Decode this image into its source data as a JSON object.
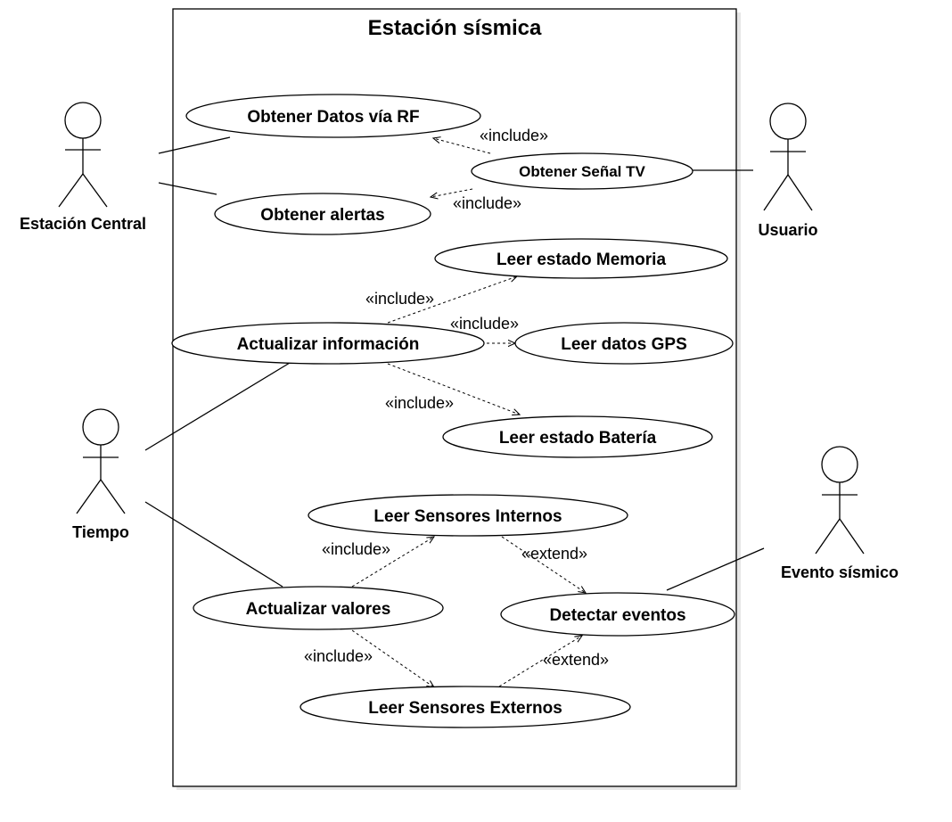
{
  "system": {
    "title": "Estación sísmica"
  },
  "actors": {
    "central": "Estación Central",
    "usuario": "Usuario",
    "tiempo": "Tiempo",
    "evento": "Evento sísmico"
  },
  "use_cases": {
    "obtener_datos_rf": "Obtener Datos vía RF",
    "obtener_senal_tv": "Obtener Señal TV",
    "obtener_alertas": "Obtener alertas",
    "leer_estado_memoria": "Leer estado Memoria",
    "actualizar_informacion": "Actualizar información",
    "leer_datos_gps": "Leer datos GPS",
    "leer_estado_bateria": "Leer estado Batería",
    "leer_sensores_internos": "Leer Sensores Internos",
    "actualizar_valores": "Actualizar valores",
    "detectar_eventos": "Detectar eventos",
    "leer_sensores_externos": "Leer Sensores Externos"
  },
  "relations": {
    "include": "«include»",
    "extend": "«extend»"
  }
}
